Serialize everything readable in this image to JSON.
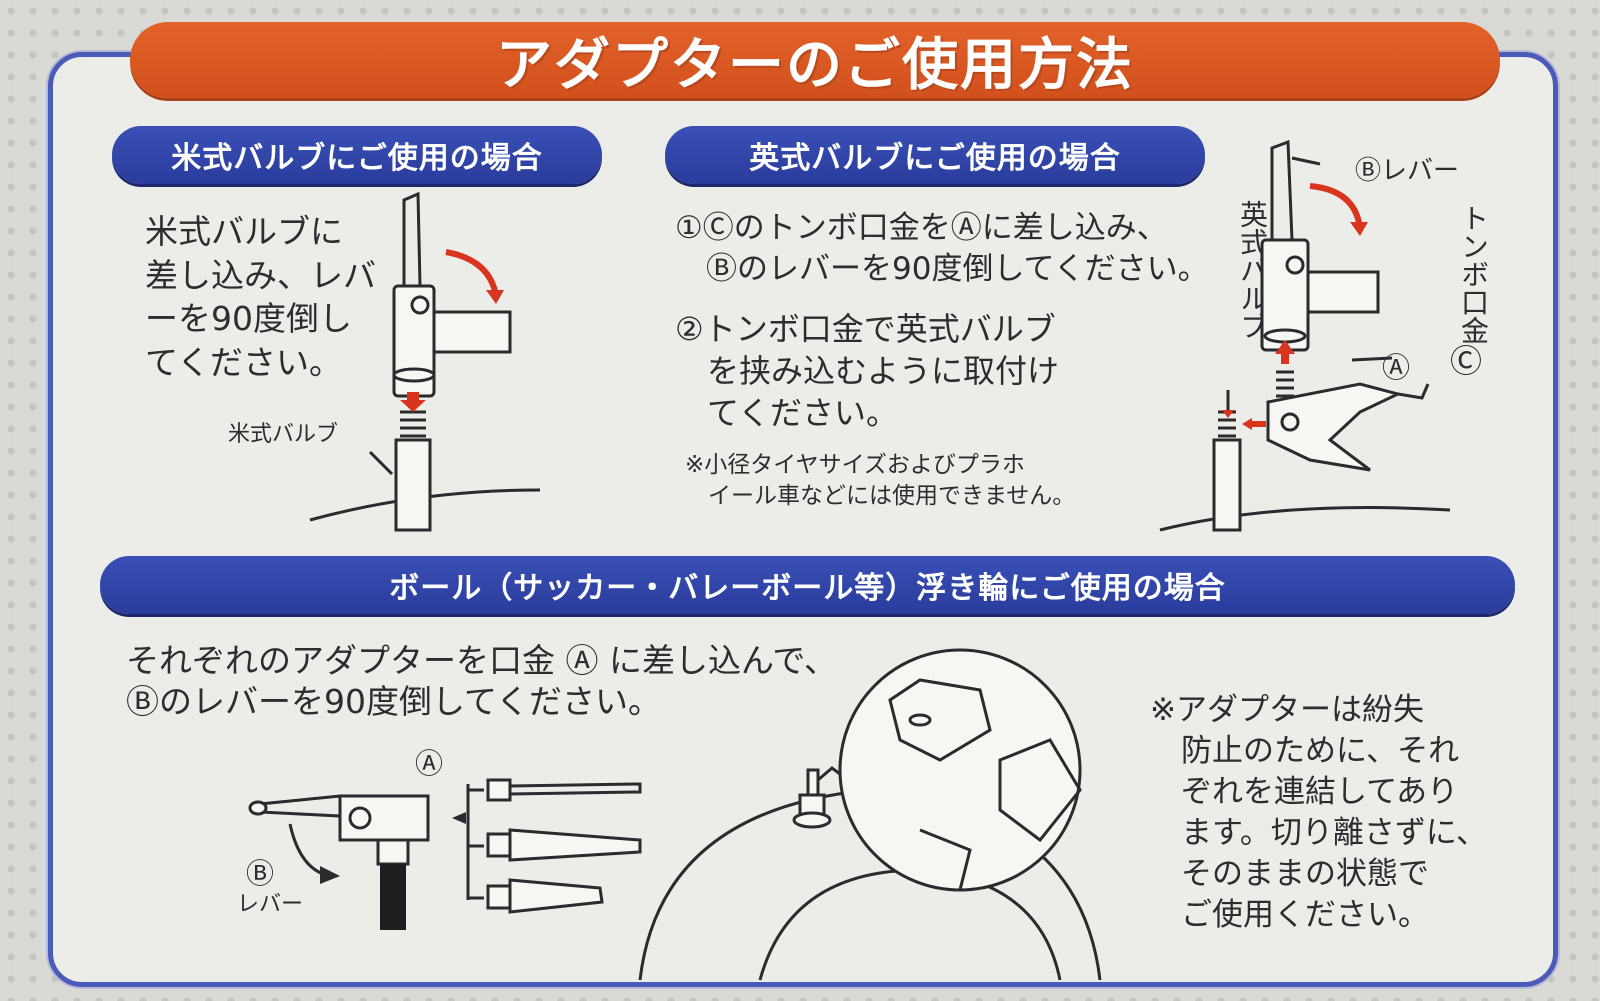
{
  "title": "アダプターのご使用方法",
  "us_valve": {
    "heading": "米式バルブにご使用の場合",
    "body": "米式バルブに\n差し込み、レバ\nーを90度倒し\nてください。",
    "valve_label": "米式バルブ"
  },
  "uk_valve": {
    "heading": "英式バルブにご使用の場合",
    "step1": "①Ⓒのトンボ口金をⒶに差し込み、\n　Ⓑのレバーを90度倒してください。",
    "step2": "②トンボ口金で英式バルブ\n　を挟み込むように取付け\n　てください。",
    "note": "※小径タイヤサイズおよびプラホ\n　イール車などには使用できません。",
    "lever_label": "Ⓑレバー",
    "valve_label": "英式バルブ",
    "clip_label": "トンボ口金",
    "clip_mark": "Ⓒ",
    "mouth_mark": "Ⓐ"
  },
  "ball": {
    "heading": "ボール（サッカー・バレーボール等）浮き輪にご使用の場合",
    "body": "それぞれのアダプターを口金 Ⓐ に差し込んで、\nⒷのレバーを90度倒してください。",
    "mark_a": "Ⓐ",
    "mark_b": "Ⓑ",
    "lever_label": "レバー",
    "note": "※アダプターは紛失\n　防止のために、それ\n　ぞれを連結してあり\n　ます。切り離さずに、\n　そのままの状態で\n　ご使用ください。"
  }
}
